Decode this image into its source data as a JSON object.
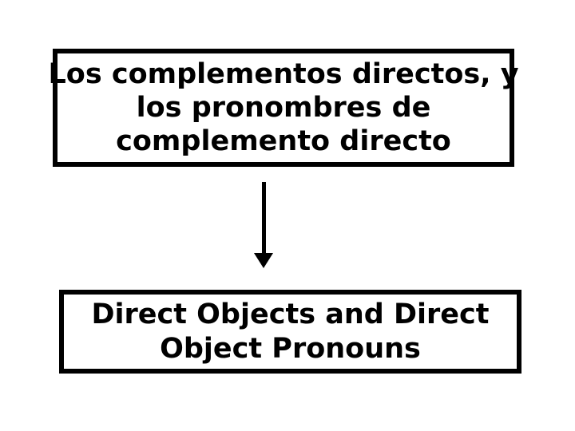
{
  "slide": {
    "background_color": "#ffffff",
    "title_box": {
      "lines": [
        "Los complementos directos, y",
        "los pronombres de",
        "complemento directo"
      ],
      "border_color": "#000000",
      "text_color": "#000000"
    },
    "arrow": {
      "direction": "down",
      "color": "#000000"
    },
    "translation_box": {
      "lines": [
        "Direct Objects and Direct",
        "Object Pronouns"
      ],
      "border_color": "#000000",
      "text_color": "#000000"
    }
  }
}
